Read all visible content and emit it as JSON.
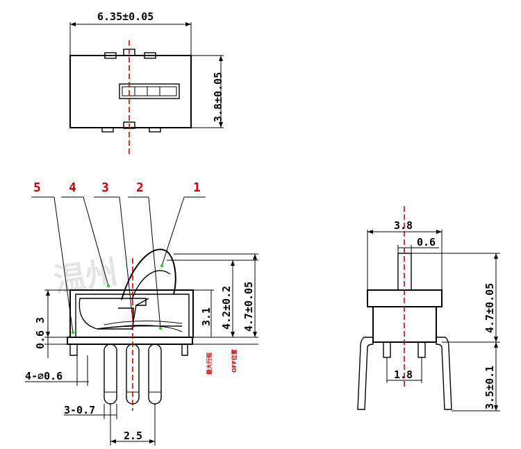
{
  "top_view": {
    "width_dim": "6.35±0.05",
    "height_dim": "3.8±0.05"
  },
  "side_view": {
    "callouts": [
      "5",
      "4",
      "3",
      "2",
      "1"
    ],
    "dims": {
      "h3": "3",
      "h06": "0.6",
      "h31": "3.1",
      "h42": "4.2±0.2",
      "h47": "4.7±0.05",
      "pin_dia": "4-⌀0.6",
      "pin_w": "3-0.7",
      "pitch": "2.5"
    },
    "notes": [
      "最大行程",
      "OFF位置"
    ]
  },
  "front_view": {
    "width": "3.8",
    "actuator": "0.6",
    "height": "4.7±0.05",
    "pin_len": "3.5±0.1",
    "pin_pitch": "1.8"
  },
  "watermark": "温州"
}
